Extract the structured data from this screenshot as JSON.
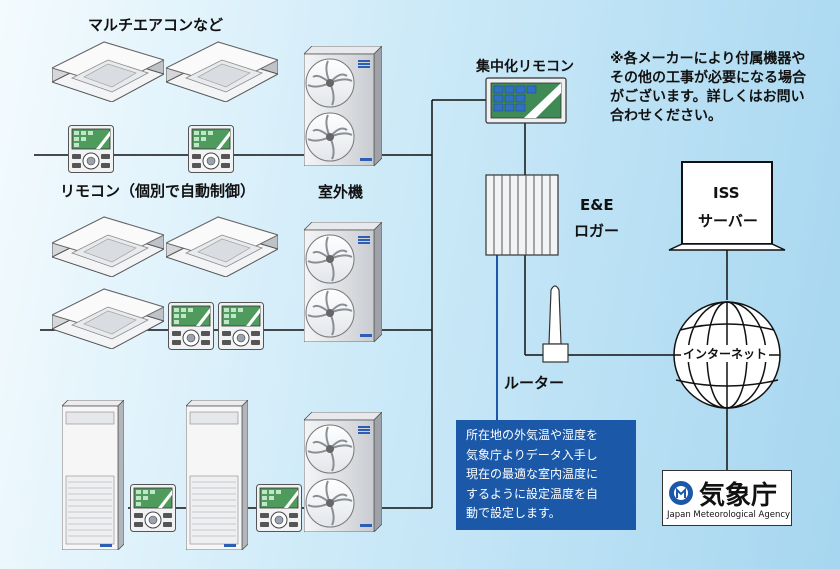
{
  "labels": {
    "multi_aircon": "マルチエアコンなど",
    "remote_individual": "リモコン（個別で自動制御）",
    "outdoor_unit": "室外機",
    "central_remote": "集中化リモコン",
    "ee_logger_line1": "E&E",
    "ee_logger_line2": "ロガー",
    "iss_line1": "ISS",
    "iss_line2": "サーバー",
    "router": "ルーター",
    "internet": "インターネット"
  },
  "note": {
    "line1": "※各メーカーにより付属機器や",
    "line2": "その他の工事が必要になる場合",
    "line3": "がございます。詳しくはお問い",
    "line4": "合わせください。"
  },
  "info_box": {
    "line1": "所在地の外気温や湿度を",
    "line2": "気象庁よりデータ入手し",
    "line3": "現在の最適な室内温度に",
    "line4": "するように設定温度を自",
    "line5": "動で設定します。"
  },
  "jma": {
    "name": "気象庁",
    "english": "Japan Meteorological Agency"
  },
  "colors": {
    "info_box_bg": "#1b58a8",
    "background_light": "#f4fbfe",
    "background_dark": "#a6d6f0",
    "connection_line": "#111111",
    "data_link_line": "#1b58a8"
  }
}
